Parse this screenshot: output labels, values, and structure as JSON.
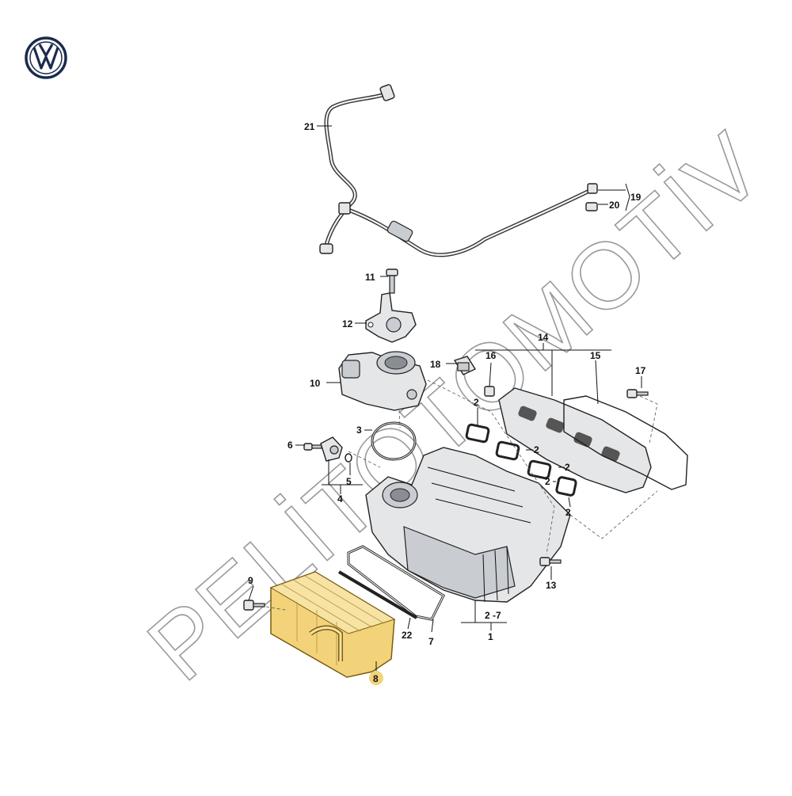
{
  "brand": {
    "logo_text": "VW",
    "logo_color": "#1a2b4c"
  },
  "watermark": "PELİTOTOMOTİV",
  "callouts": [
    {
      "id": "c1",
      "text": "1"
    },
    {
      "id": "c2a",
      "text": "2"
    },
    {
      "id": "c2b",
      "text": "2"
    },
    {
      "id": "c2c",
      "text": "2"
    },
    {
      "id": "c2d",
      "text": "2"
    },
    {
      "id": "c2e",
      "text": "2"
    },
    {
      "id": "c2-7",
      "text": "2 -7"
    },
    {
      "id": "c3",
      "text": "3"
    },
    {
      "id": "c4",
      "text": "4"
    },
    {
      "id": "c5",
      "text": "5"
    },
    {
      "id": "c6",
      "text": "6"
    },
    {
      "id": "c7",
      "text": "7"
    },
    {
      "id": "c8",
      "text": "8"
    },
    {
      "id": "c9",
      "text": "9"
    },
    {
      "id": "c10",
      "text": "10"
    },
    {
      "id": "c11",
      "text": "11"
    },
    {
      "id": "c12",
      "text": "12"
    },
    {
      "id": "c13",
      "text": "13"
    },
    {
      "id": "c14",
      "text": "14"
    },
    {
      "id": "c15",
      "text": "15"
    },
    {
      "id": "c16",
      "text": "16"
    },
    {
      "id": "c17",
      "text": "17"
    },
    {
      "id": "c18",
      "text": "18"
    },
    {
      "id": "c19",
      "text": "19"
    },
    {
      "id": "c20",
      "text": "20"
    },
    {
      "id": "c21",
      "text": "21"
    },
    {
      "id": "c22",
      "text": "22"
    }
  ],
  "highlight": {
    "part": "8",
    "color": "#f2d37a"
  }
}
